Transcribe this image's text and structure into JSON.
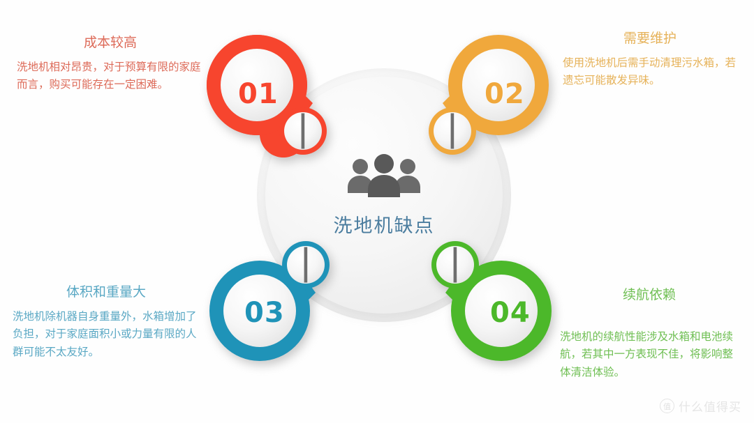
{
  "center": {
    "title": "洗地机缺点",
    "icon": "people-group-icon",
    "title_color": "#4b7d9f",
    "disc_color": "#f0f0f0"
  },
  "nodes": [
    {
      "number": "01",
      "color": "#f7452e",
      "pin_position": "bottom-right",
      "pin_icon": "divided-circle-icon"
    },
    {
      "number": "02",
      "color": "#f0a83c",
      "pin_position": "bottom-left",
      "pin_icon": "divided-circle-icon"
    },
    {
      "number": "03",
      "color": "#1f93b8",
      "pin_position": "top-right",
      "pin_icon": "divided-circle-icon"
    },
    {
      "number": "04",
      "color": "#4cb82a",
      "pin_position": "top-left",
      "pin_icon": "divided-circle-icon"
    }
  ],
  "items": [
    {
      "index": "01",
      "heading": "成本较高",
      "body": "洗地机相对昂贵，对于预算有限的家庭而言，购买可能存在一定困难。",
      "text_color": "#dd6a58"
    },
    {
      "index": "02",
      "heading": "需要维护",
      "body": "使用洗地机后需手动清理污水箱，若遗忘可能散发异味。",
      "text_color": "#e6b259"
    },
    {
      "index": "03",
      "heading": "体积和重量大",
      "body": "洗地机除机器自身重量外，水箱增加了负担，对于家庭面积小或力量有限的人群可能不太友好。",
      "text_color": "#5aa8c4"
    },
    {
      "index": "04",
      "heading": "续航依赖",
      "body": "洗地机的续航性能涉及水箱和电池续航，若其中一方表现不佳，将影响整体清洁体验。",
      "text_color": "#6fbf53"
    }
  ],
  "watermark": {
    "logo_char": "值",
    "text": "什么值得买"
  }
}
